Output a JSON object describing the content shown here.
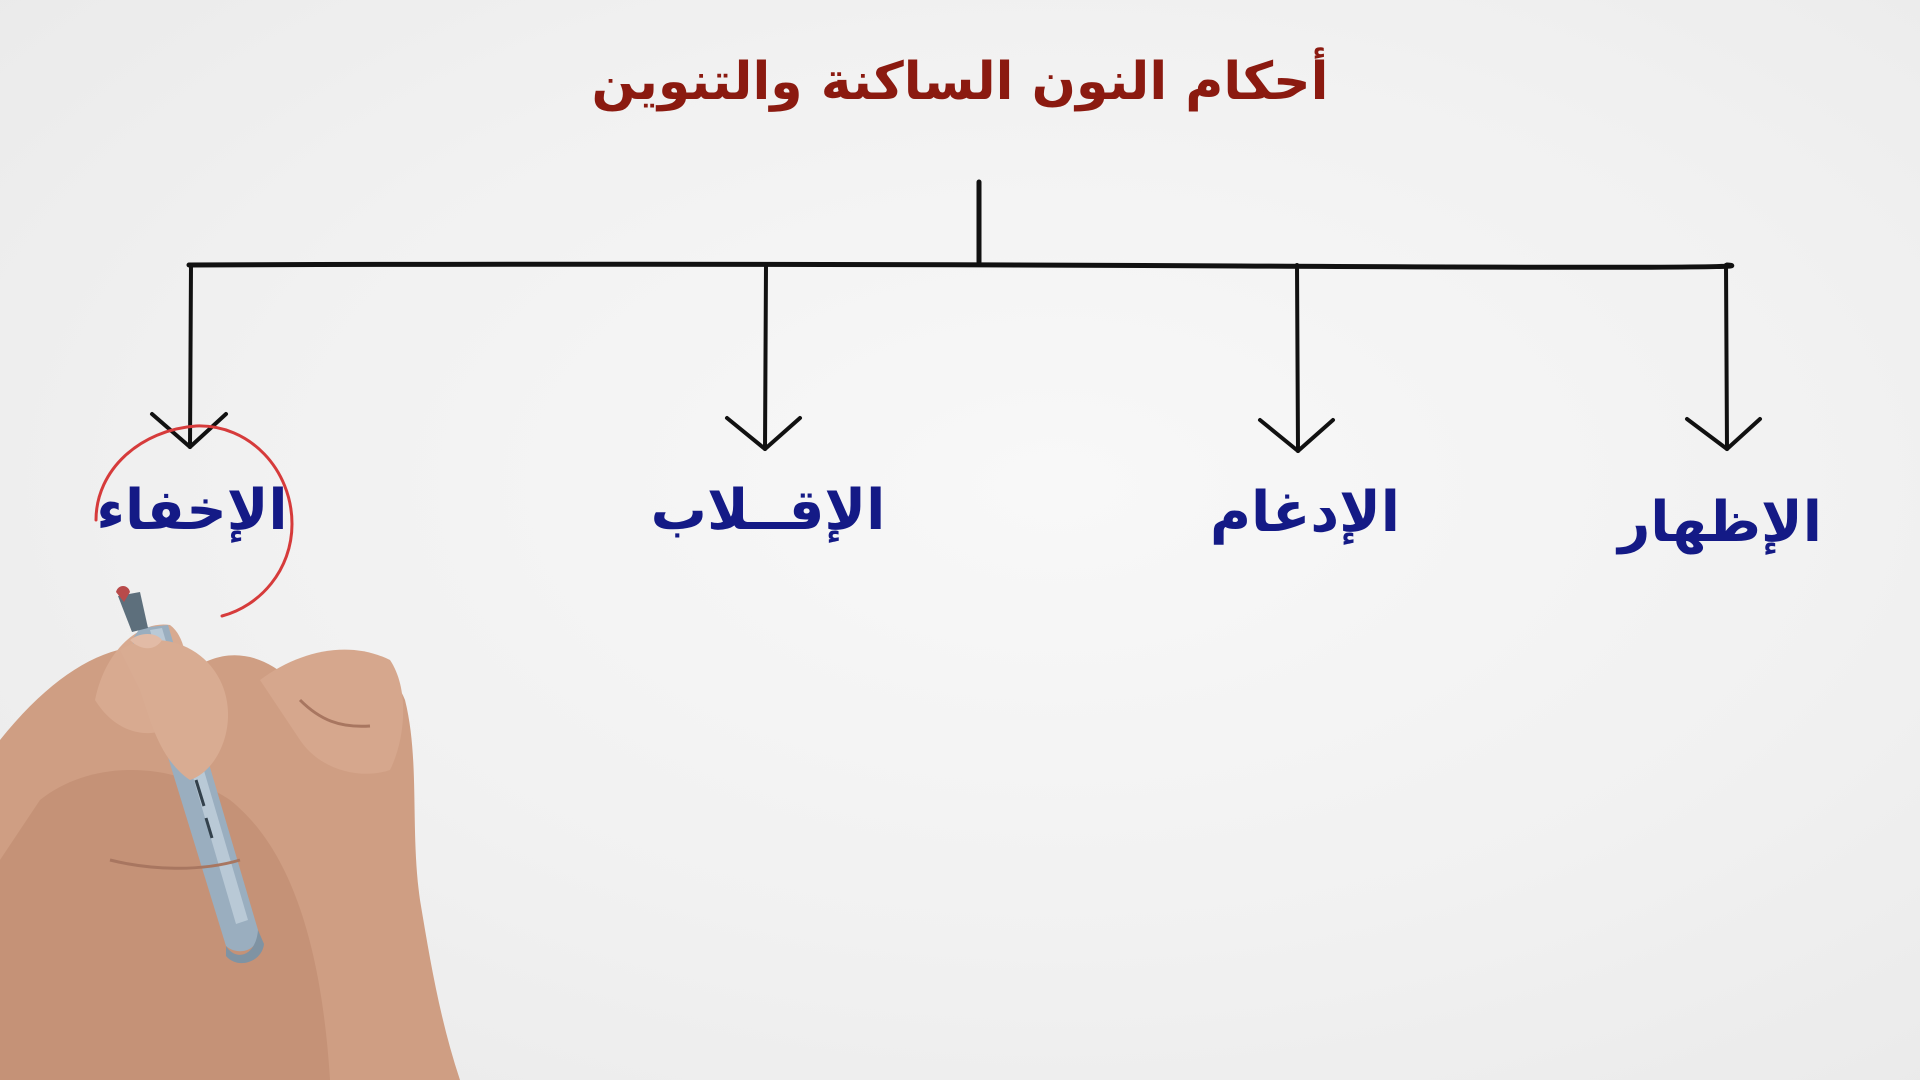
{
  "diagram": {
    "title": "أحكام النون الساكنة والتنوين",
    "branches": [
      {
        "id": "izhar",
        "label": "الإظهار"
      },
      {
        "id": "idgham",
        "label": "الإدغام"
      },
      {
        "id": "iqlab",
        "label": "الإقــلاب"
      },
      {
        "id": "ikhfa",
        "label": "الإخفاء"
      }
    ],
    "highlighted_branch": "ikhfa"
  },
  "colors": {
    "title": "#8b1a10",
    "labels": "#141a86",
    "lines": "#111111",
    "highlight_circle": "#d63b3b"
  },
  "icons": {
    "hand": "hand-holding-marker-icon"
  }
}
